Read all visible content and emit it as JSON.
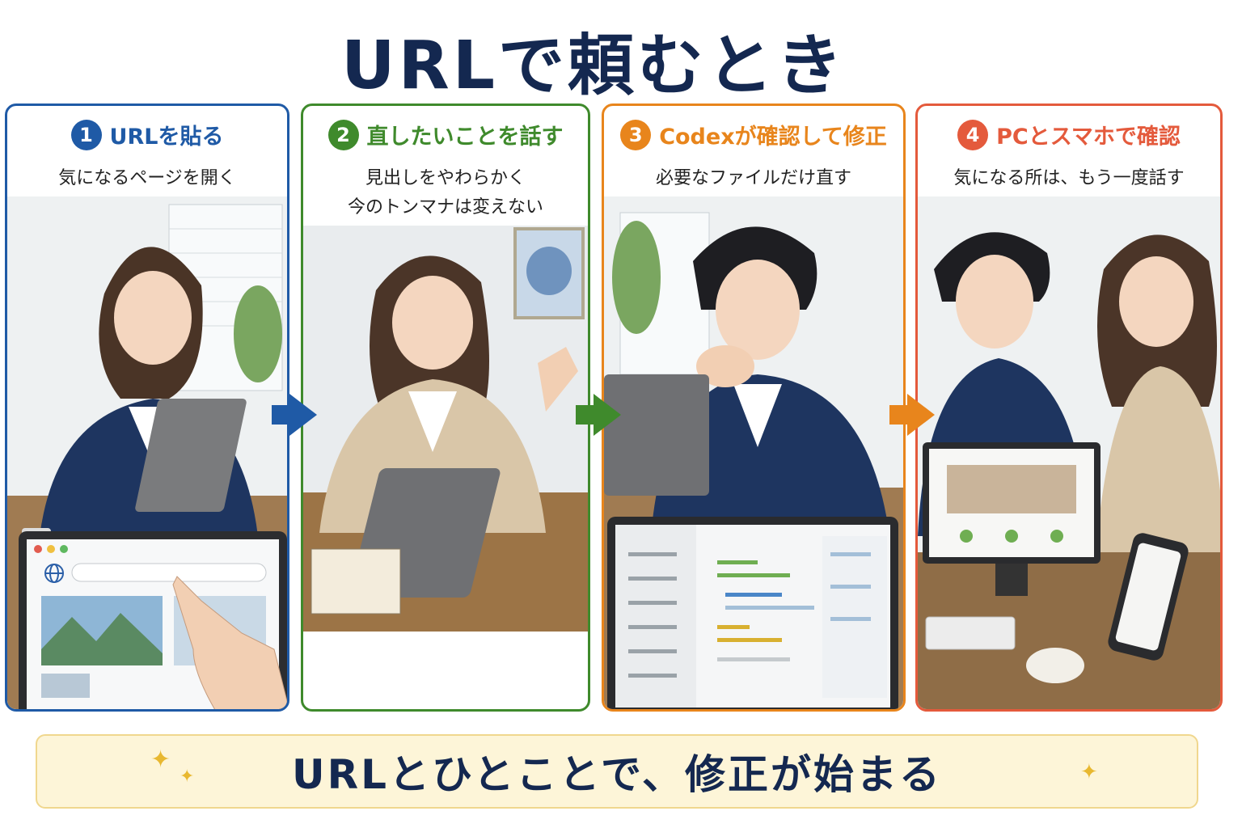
{
  "title": "URLで頼むとき",
  "steps": [
    {
      "number": "1",
      "title": "URLを貼る",
      "caption_lines": [
        "気になるページを開く"
      ],
      "color": "#1f5aa6"
    },
    {
      "number": "2",
      "title": "直したいことを話す",
      "caption_lines": [
        "見出しをやわらかく",
        "今のトンマナは変えない"
      ],
      "color": "#3f8a2c"
    },
    {
      "number": "3",
      "title": "Codexが確認して修正",
      "caption_lines": [
        "必要なファイルだけ直す"
      ],
      "color": "#e8851c"
    },
    {
      "number": "4",
      "title": "PCとスマホで確認",
      "caption_lines": [
        "気になる所は、もう一度話す"
      ],
      "color": "#e45a3c"
    }
  ],
  "arrows": [
    {
      "color": "#1f5aa6"
    },
    {
      "color": "#3f8a2c"
    },
    {
      "color": "#e8851c"
    }
  ],
  "icons": [
    "sparkle-icon",
    "globe-icon",
    "pointing-hand-icon"
  ],
  "banner": {
    "text": "URLとひとことで、修正が始まる"
  }
}
